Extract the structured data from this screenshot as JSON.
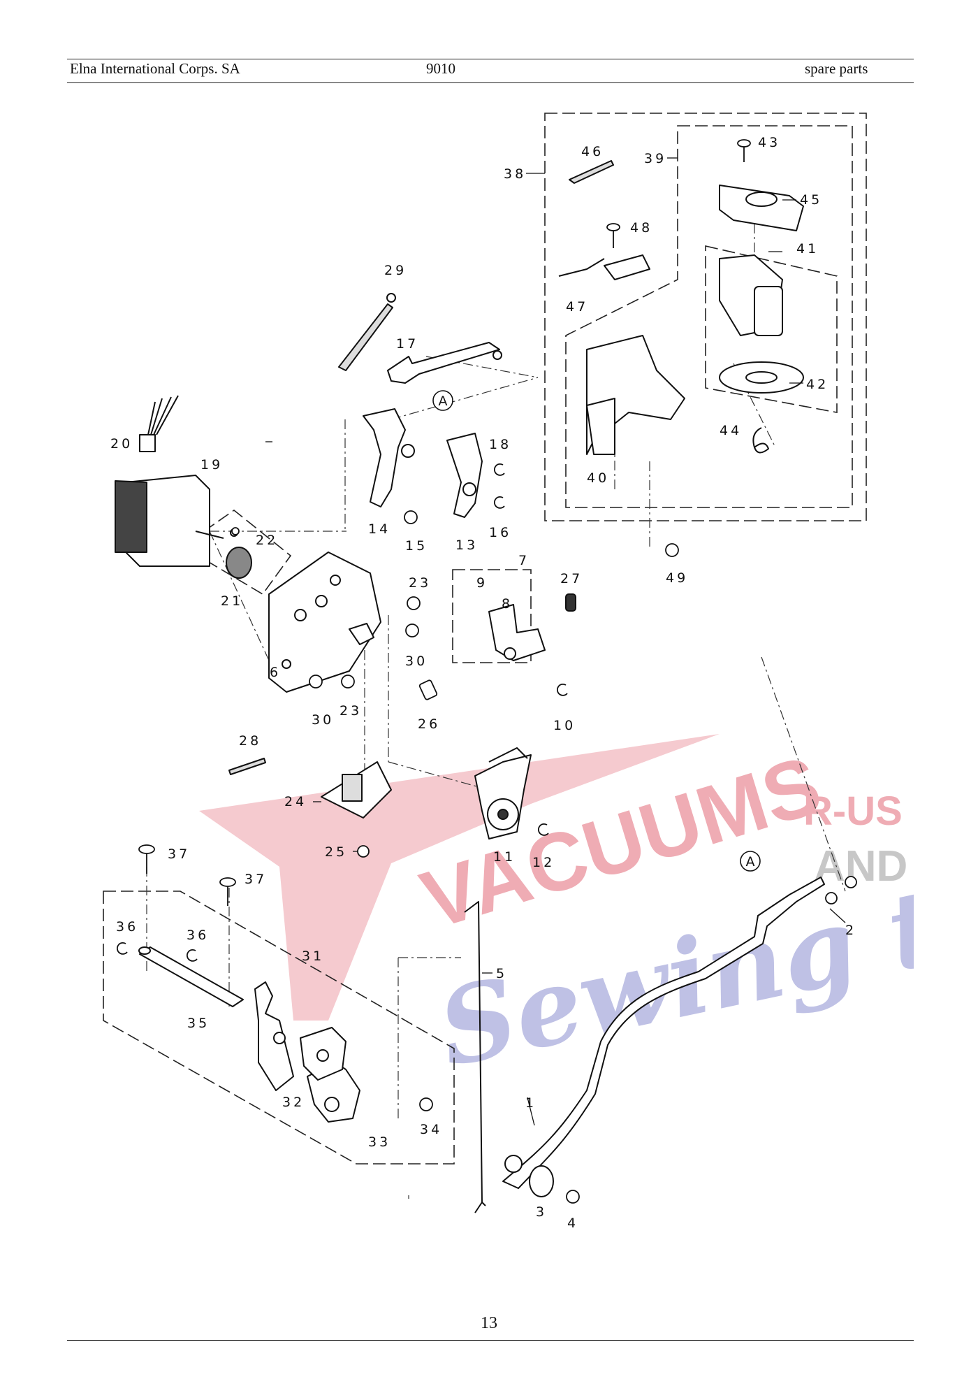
{
  "header": {
    "company": "Elna International Corps. SA",
    "model": "9010",
    "section": "spare parts"
  },
  "watermark": {
    "brand": "VACUUMS",
    "r_us": "R-US",
    "and": "AND",
    "tagline": "Sewing too",
    "color_red": "#e36a78",
    "color_blue": "#8b8fd0",
    "color_gray": "#9a9a9a"
  },
  "diagram": {
    "callout_a_top": "A",
    "callout_a_bottom": "A",
    "parts": {
      "p1": "1",
      "p2": "2",
      "p3": "3",
      "p4": "4",
      "p5": "5",
      "p6": "6",
      "p7": "7",
      "p8": "8",
      "p9": "9",
      "p10": "10",
      "p11": "11",
      "p12": "12",
      "p13": "13",
      "p14": "14",
      "p15": "15",
      "p16": "16",
      "p17": "17",
      "p18": "18",
      "p19": "19",
      "p20": "20",
      "p21": "21",
      "p22": "22",
      "p23a": "23",
      "p23b": "23",
      "p24": "24",
      "p25": "25",
      "p26": "26",
      "p27": "27",
      "p28": "28",
      "p29": "29",
      "p30a": "30",
      "p30b": "30",
      "p31": "31",
      "p32": "32",
      "p33": "33",
      "p34": "34",
      "p35": "35",
      "p36a": "36",
      "p36b": "36",
      "p37a": "37",
      "p37b": "37",
      "p38": "38",
      "p39": "39",
      "p40": "40",
      "p41": "41",
      "p42": "42",
      "p43": "43",
      "p44": "44",
      "p45": "45",
      "p46": "46",
      "p47": "47",
      "p48": "48",
      "p49": "49"
    }
  },
  "footer": {
    "page_number": "13"
  }
}
